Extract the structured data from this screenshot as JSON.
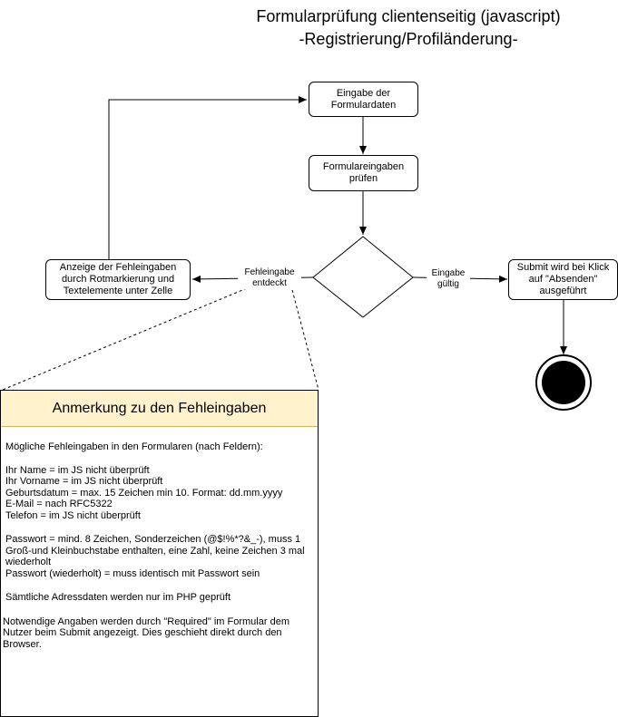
{
  "title": {
    "line1": "Formularprüfung clientenseitig (javascript)",
    "line2": "-Registrierung/Profiländerung-"
  },
  "nodes": {
    "input": "Eingabe der Formulardaten",
    "check": "Formulareingaben prüfen",
    "error_display": "Anzeige der Fehleingaben durch Rotmarkierung und Textelemente unter Zelle",
    "submit": "Submit wird bei Klick auf \"Absenden\" ausgeführt"
  },
  "edge_labels": {
    "error_found": "Fehleingabe entdeckt",
    "valid": "Eingabe gültig"
  },
  "note": {
    "heading": "Anmerkung zu den Fehleingaben",
    "intro": "Mögliche Fehleingaben in den Formularen (nach Feldern):",
    "fields": [
      "Ihr Name = im JS nicht überprüft",
      "Ihr Vorname = im JS nicht überprüft",
      "Geburtsdatum = max. 15 Zeichen min 10. Format: dd.mm.yyyy",
      "E-Mail = nach RFC5322",
      "Telefon = im JS nicht überprüft"
    ],
    "password": "Passwort = mind. 8 Zeichen, Sonderzeichen (@$!%*?&_-), muss 1 Groß-und Kleinbuchstabe enthalten, eine Zahl, keine Zeichen 3 mal wiederholt",
    "password_repeat": "Passwort (wiederholt) = muss identisch mit Passwort sein",
    "address": "Sämtliche Adressdaten werden nur im PHP geprüft",
    "required": "Notwendige Angaben werden durch \"Required\" im Formular dem Nutzer beim Submit angezeigt. Dies geschieht direkt durch den Browser."
  },
  "colors": {
    "note_header_fill": "#fff2cc",
    "note_header_border": "#d6b656"
  }
}
